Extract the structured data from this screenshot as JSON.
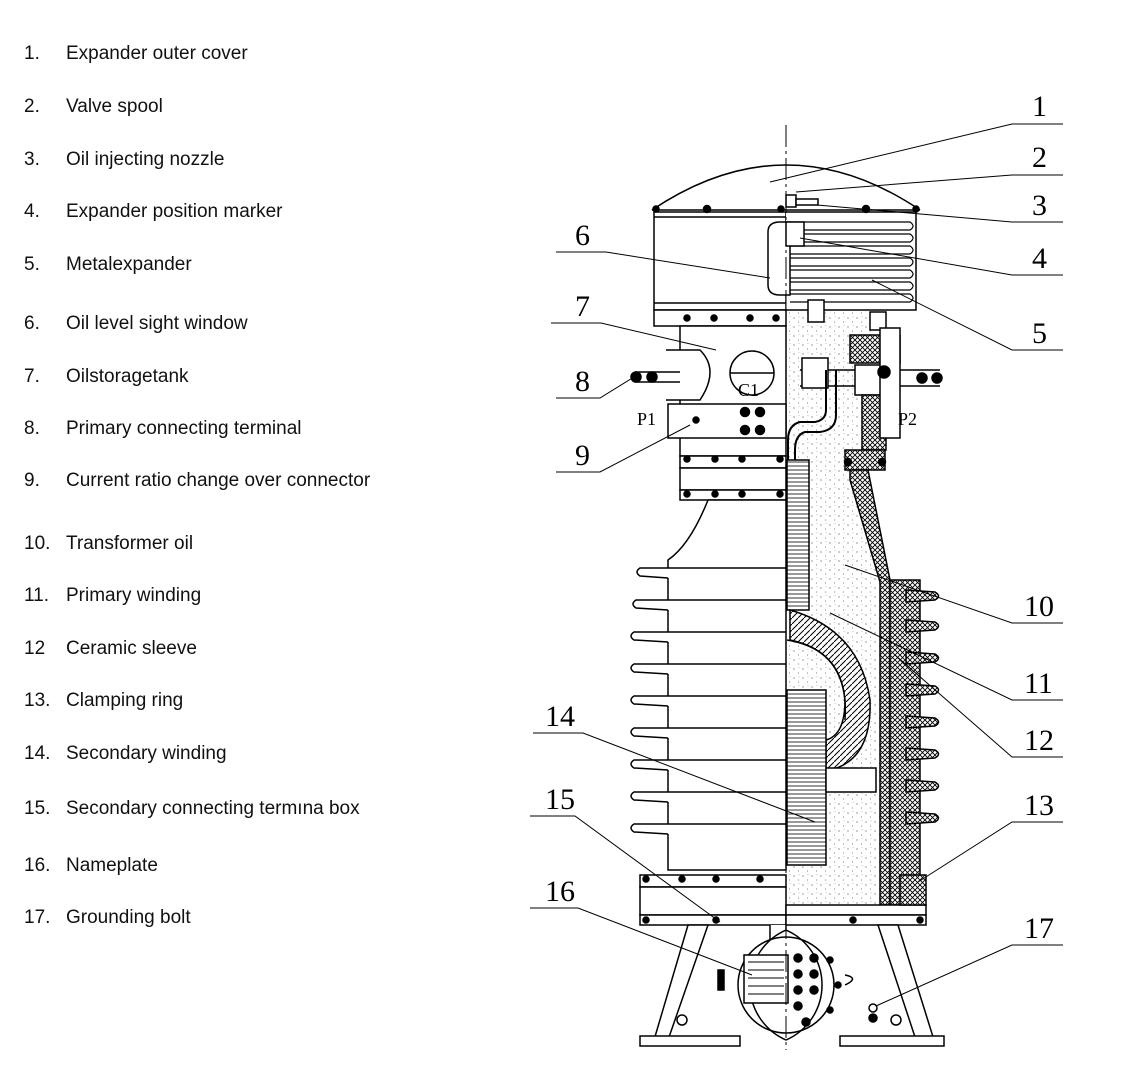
{
  "legend": [
    {
      "num": "1.",
      "text": "Expander outer cover"
    },
    {
      "num": "2.",
      "text": "Valve spool"
    },
    {
      "num": "3.",
      "text": "Oil injecting nozzle"
    },
    {
      "num": "4.",
      "text": "Expander position marker"
    },
    {
      "num": "5.",
      "text": "Metalexpander"
    },
    {
      "num": "6.",
      "text": "Oil level sight window"
    },
    {
      "num": "7.",
      "text": "Oilstoragetank"
    },
    {
      "num": "8.",
      "text": "Primary connecting terminal"
    },
    {
      "num": "9.",
      "text": "Current ratio change over connector"
    },
    {
      "num": "10.",
      "text": "Transformer oil"
    },
    {
      "num": "11.",
      "text": "Primary winding"
    },
    {
      "num": "12",
      "text": "Ceramic sleeve"
    },
    {
      "num": "13.",
      "text": "Clamping ring"
    },
    {
      "num": "14.",
      "text": "Secondary winding"
    },
    {
      "num": "15.",
      "text": "Secondary connecting termına box"
    },
    {
      "num": "16.",
      "text": "Nameplate"
    },
    {
      "num": "17.",
      "text": "Grounding bolt"
    }
  ],
  "callouts": [
    "1",
    "2",
    "3",
    "4",
    "5",
    "6",
    "7",
    "8",
    "9",
    "10",
    "11",
    "12",
    "13",
    "14",
    "15",
    "16",
    "17"
  ],
  "terminal_labels": {
    "p1": "P1",
    "p2": "P2",
    "c1": "C1"
  }
}
